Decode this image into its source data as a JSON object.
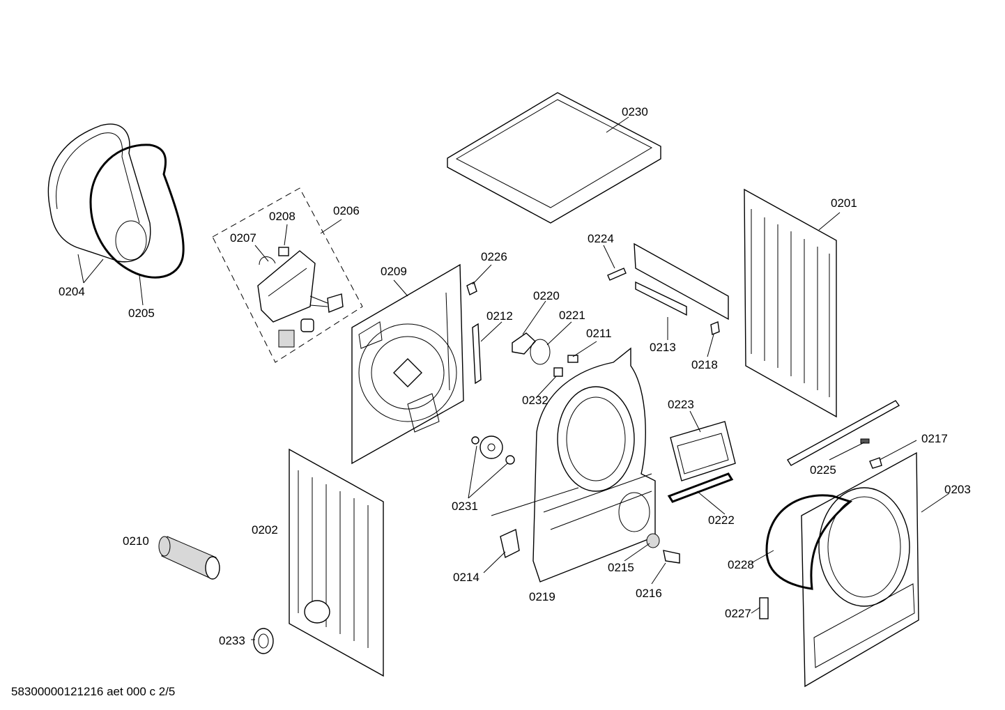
{
  "footer": {
    "doc_id": "58300000121216 aet 000 c 2/5"
  },
  "labels": {
    "l0201": "0201",
    "l0202": "0202",
    "l0203": "0203",
    "l0204": "0204",
    "l0205": "0205",
    "l0206": "0206",
    "l0207": "0207",
    "l0208": "0208",
    "l0209": "0209",
    "l0210": "0210",
    "l0211": "0211",
    "l0212": "0212",
    "l0213": "0213",
    "l0214": "0214",
    "l0215": "0215",
    "l0216": "0216",
    "l0217": "0217",
    "l0218": "0218",
    "l0219": "0219",
    "l0220": "0220",
    "l0221": "0221",
    "l0222": "0222",
    "l0223": "0223",
    "l0224": "0224",
    "l0225": "0225",
    "l0226": "0226",
    "l0227": "0227",
    "l0228": "0228",
    "l0230": "0230",
    "l0231": "0231",
    "l0232": "0232",
    "l0233": "0233"
  }
}
